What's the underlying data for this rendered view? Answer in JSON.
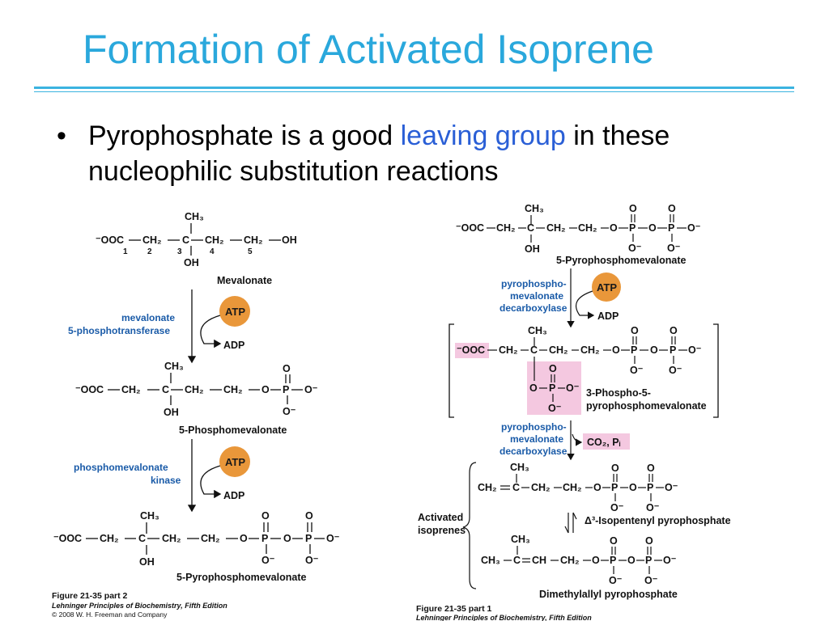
{
  "slide": {
    "title": "Formation of Activated Isoprene",
    "bullet_pre": "Pyrophosphate is a good ",
    "bullet_accent": "leaving group",
    "bullet_post": " in these nucleophilic substitution reactions",
    "bullet_glyph": "•"
  },
  "colors": {
    "title": "#2aa8dc",
    "accent": "#2a5fd6",
    "enzyme": "#1a5ba8",
    "atp_circle": "#e9973a",
    "highlight": "#f4c8e0"
  },
  "left": {
    "mevalonate": "Mevalonate",
    "enzyme1_line1": "mevalonate",
    "enzyme1_line2": "5-phosphotransferase",
    "phosphomevalonate": "5-Phosphomevalonate",
    "enzyme2_line1": "phosphomevalonate",
    "enzyme2_line2": "kinase",
    "pyrophosphomevalonate": "5-Pyrophosphomevalonate",
    "atp": "ATP",
    "adp": "ADP",
    "fig_part": "Figure 21-35 part 2",
    "fig_book": "Lehninger Principles of Biochemistry, Fifth Edition",
    "fig_copy": "© 2008 W. H. Freeman and Company"
  },
  "right": {
    "pyrophosphomevalonate": "5-Pyrophosphomevalonate",
    "enzyme_line1": "pyrophospho-",
    "enzyme_line2": "mevalonate",
    "enzyme_line3": "decarboxylase",
    "atp": "ATP",
    "adp": "ADP",
    "intermediate_line1": "3-Phospho-5-",
    "intermediate_line2": "pyrophosphomevalonate",
    "released": "CO₂, Pᵢ",
    "activated_line1": "Activated",
    "activated_line2": "isoprenes",
    "isopentenyl": "Δ³-Isopentenyl pyrophosphate",
    "dimethylallyl": "Dimethylallyl pyrophosphate",
    "fig_part": "Figure 21-35 part 1",
    "fig_book": "Lehninger Principles of Biochemistry, Fifth Edition"
  },
  "chem": {
    "ch3": "CH₃",
    "oh": "OH",
    "ooc": "⁻OOC",
    "ch2": "CH₂",
    "c": "C",
    "ch": "CH",
    "o": "O",
    "p": "P",
    "ominus": "O⁻",
    "oh_end": "OH",
    "nums": [
      "1",
      "2",
      "3",
      "4",
      "5"
    ]
  }
}
